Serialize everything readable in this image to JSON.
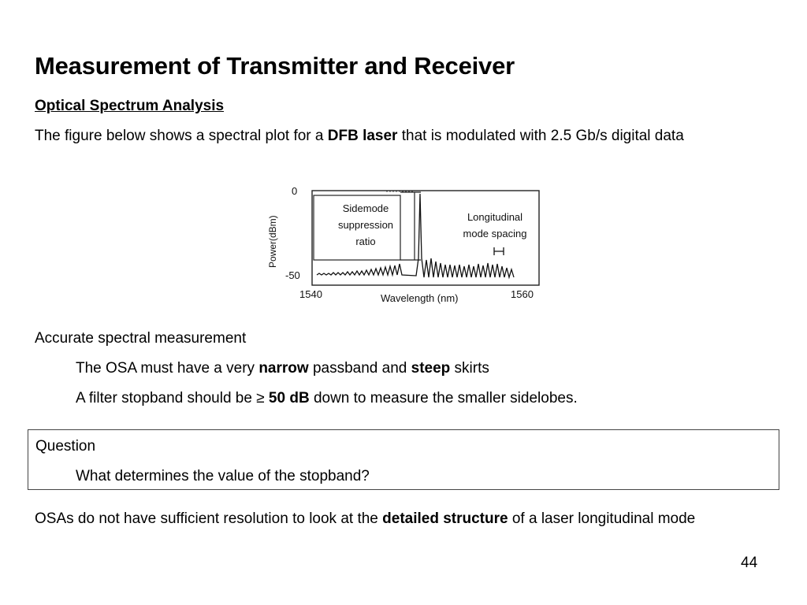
{
  "slide": {
    "title": "Measurement of Transmitter and Receiver",
    "subtitle": "Optical Spectrum Analysis",
    "intro": {
      "part1": "The figure below shows a spectral plot for a ",
      "bold": "DFB laser",
      "part2": " that is modulated with 2.5 Gb/s digital data"
    },
    "figure": {
      "y_top_label": "0",
      "y_bottom_label": "-50",
      "y_axis_label": "Power(dBm)",
      "x_left_label": "1540",
      "x_right_label": "1560",
      "x_axis_label": "Wavelength (nm)",
      "annotation_left": [
        "Sidemode",
        "suppression",
        "ratio"
      ],
      "annotation_right": [
        "Longitudinal",
        "mode spacing"
      ]
    },
    "accurate_heading": "Accurate spectral measurement",
    "osa_line": {
      "part1": "The OSA must have a very ",
      "bold1": "narrow",
      "part2": " passband and ",
      "bold2": "steep",
      "part3": " skirts"
    },
    "filter_line": {
      "part1": "A filter stopband should be ≥ ",
      "bold": "50 dB",
      "part2": " down to measure the smaller sidelobes."
    },
    "question_box": {
      "label": "Question",
      "text": "What determines the value of the stopband?"
    },
    "osa_paragraph": {
      "part1": "OSAs do not have sufficient resolution to look at the ",
      "bold": "detailed structure",
      "part2": " of a laser longitudinal mode"
    },
    "page_number": "44"
  }
}
